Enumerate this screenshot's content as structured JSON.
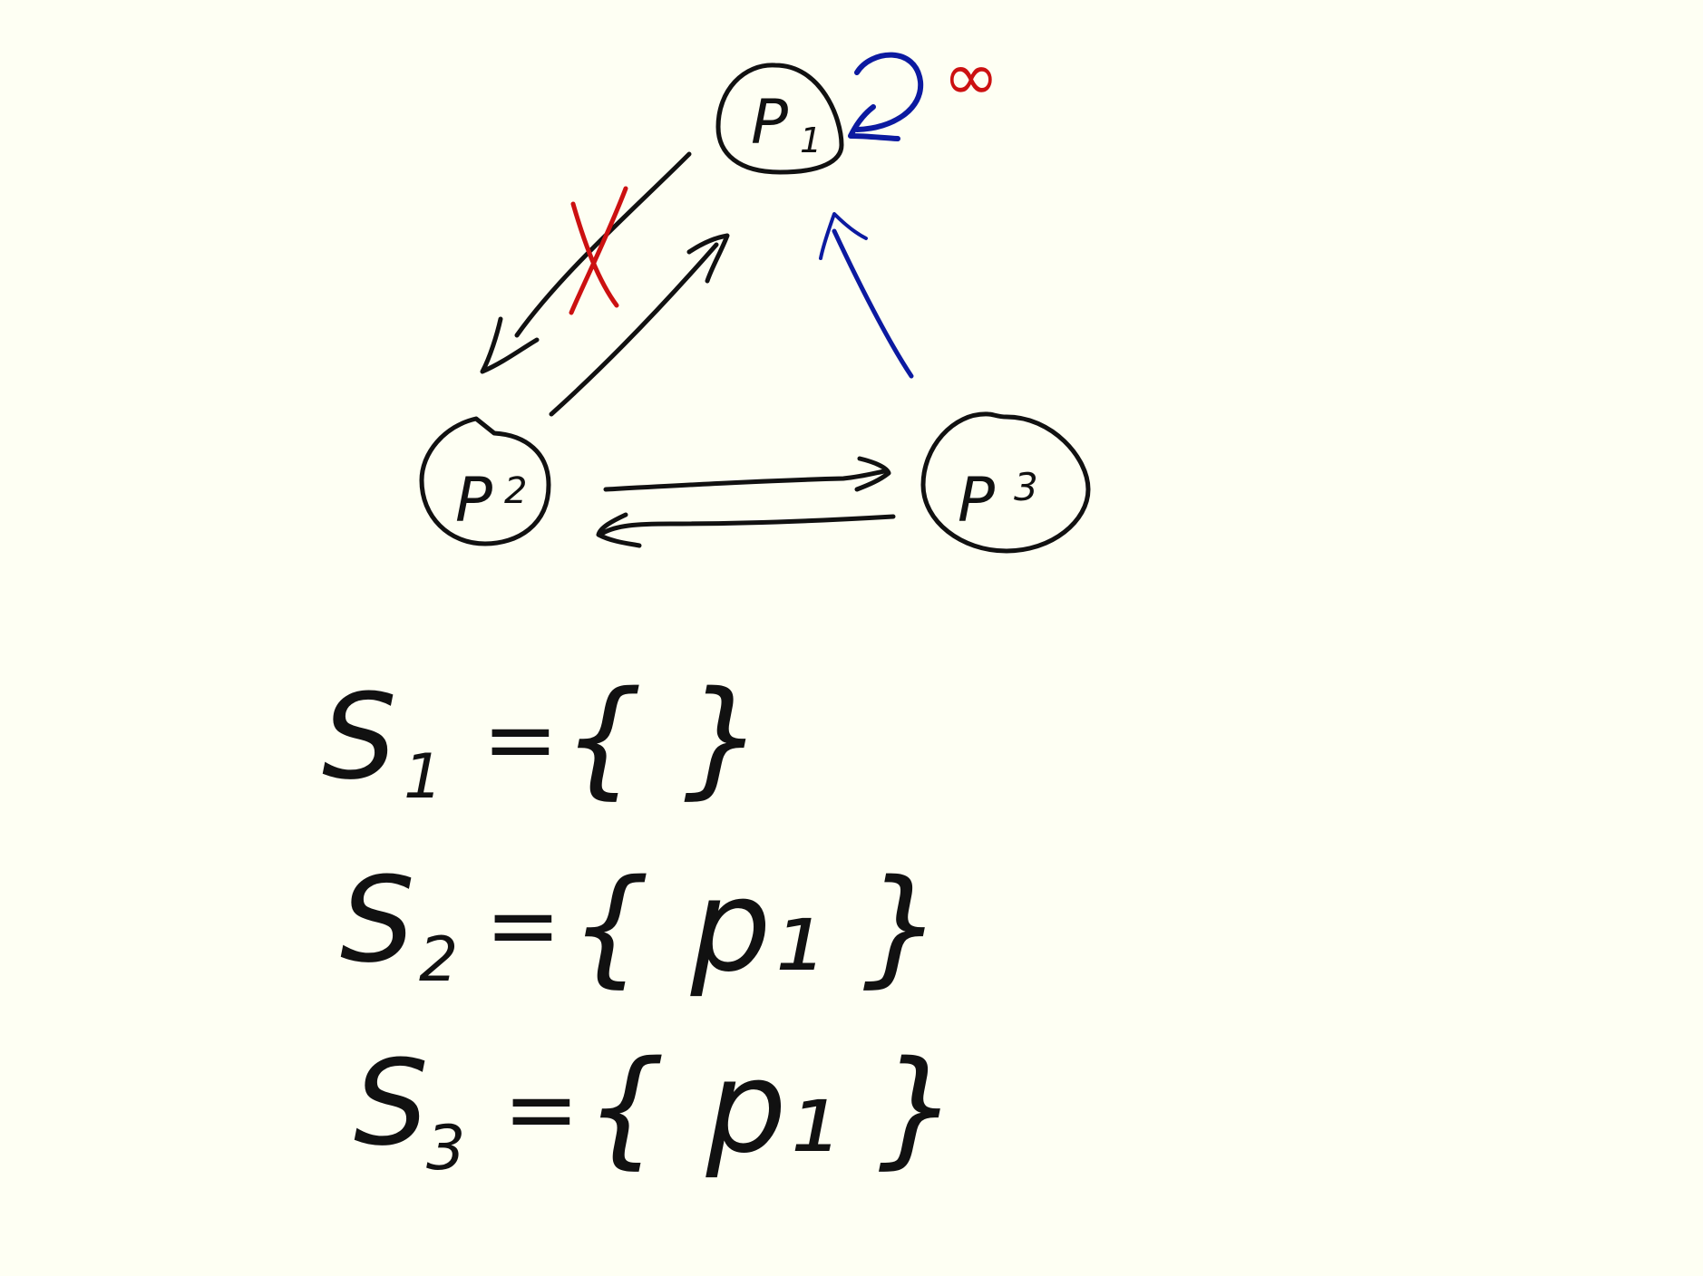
{
  "colors": {
    "background": "#fefff3",
    "ink": "#111111",
    "blue": "#0c1aa0",
    "red": "#cc1111"
  },
  "nodes": [
    {
      "id": "p1",
      "label": "P",
      "sub": "1"
    },
    {
      "id": "p2",
      "label": "P",
      "sub": "2"
    },
    {
      "id": "p3",
      "label": "P",
      "sub": "3"
    }
  ],
  "annotations": {
    "self_loop_weight": "∞",
    "blocked_mark": "X"
  },
  "sets": [
    {
      "name": "S",
      "sub": "1",
      "eq": "=",
      "members": "{ }"
    },
    {
      "name": "S",
      "sub": "2",
      "eq": "=",
      "members": "{ p₁ }"
    },
    {
      "name": "S",
      "sub": "3",
      "eq": "=",
      "members": "{ p₁ }"
    }
  ]
}
